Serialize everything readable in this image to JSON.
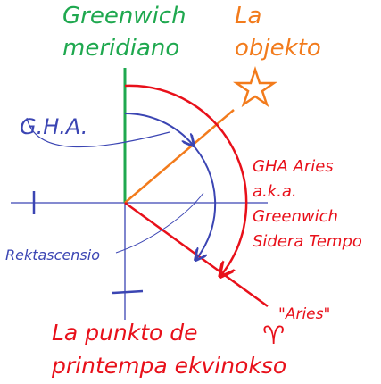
{
  "labels": {
    "meridian_line1": "Greenwich",
    "meridian_line2": "meridiano",
    "object_line1": "La",
    "object_line2": "objekto",
    "gha": "G.H.A.",
    "gha_aries_line1": "GHA Aries",
    "gha_aries_line2": "a.k.a.",
    "gha_aries_line3": "Greenwich",
    "gha_aries_line4": "Sidera Tempo",
    "right_ascension": "Rektascensio",
    "aries": "\"Aries\"",
    "aries_symbol": "♈",
    "equinox_line1": "La punkto de",
    "equinox_line2": "printempa ekvinokso"
  },
  "colors": {
    "meridian": "#1fa84f",
    "object": "#f27b1c",
    "aries": "#e8101a",
    "angles": "#3b45b3",
    "axes": "#3b45b3"
  },
  "icons": {
    "object_marker": "star-icon"
  }
}
